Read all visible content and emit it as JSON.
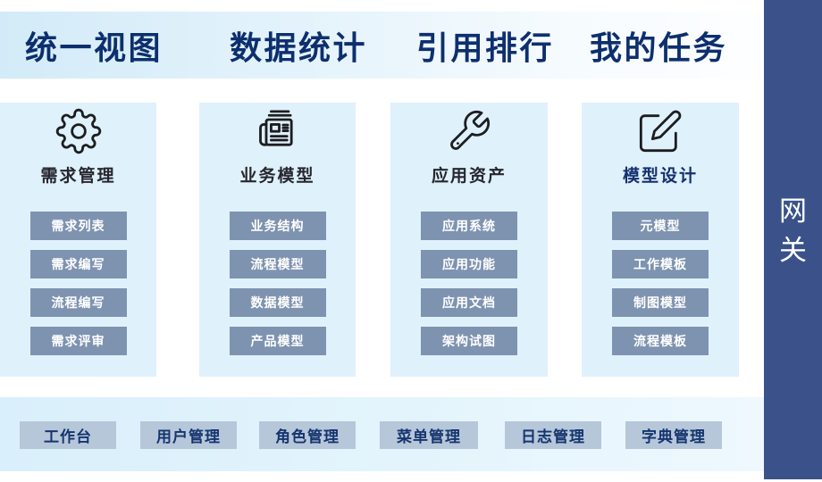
{
  "header": {
    "tabs": [
      {
        "label": "统一视图"
      },
      {
        "label": "数据统计"
      },
      {
        "label": "引用排行"
      },
      {
        "label": "我的任务"
      }
    ]
  },
  "cards": [
    {
      "icon": "gear-icon",
      "title": "需求管理",
      "buttons": [
        "需求列表",
        "需求编写",
        "流程编写",
        "需求评审"
      ]
    },
    {
      "icon": "newspaper-icon",
      "title": "业务模型",
      "buttons": [
        "业务结构",
        "流程模型",
        "数据模型",
        "产品模型"
      ]
    },
    {
      "icon": "wrench-icon",
      "title": "应用资产",
      "buttons": [
        "应用系统",
        "应用功能",
        "应用文档",
        "架构试图"
      ]
    },
    {
      "icon": "edit-icon",
      "title": "模型设计",
      "buttons": [
        "元模型",
        "工作模板",
        "制图模型",
        "流程模板"
      ]
    }
  ],
  "bottom_bar": {
    "buttons": [
      "工作台",
      "用户管理",
      "角色管理",
      "菜单管理",
      "日志管理",
      "字典管理"
    ]
  },
  "sidebar": {
    "label": "网关"
  },
  "colors": {
    "header_text": "#0d2f6e",
    "header_band_start": "#d3ebf8",
    "card_bg": "#dff1fb",
    "card_title": "#26262e",
    "card_title_accent": "#15316f",
    "card_button_bg": "#7e93b0",
    "card_button_text": "#ffffff",
    "bottom_band_bg": "#d9effb",
    "bottom_button_bg": "#b7c7da",
    "bottom_button_text": "#14356e",
    "sidebar_bg": "#3a5289",
    "sidebar_text": "#ffffff",
    "icon_stroke": "#1d1d1f"
  }
}
